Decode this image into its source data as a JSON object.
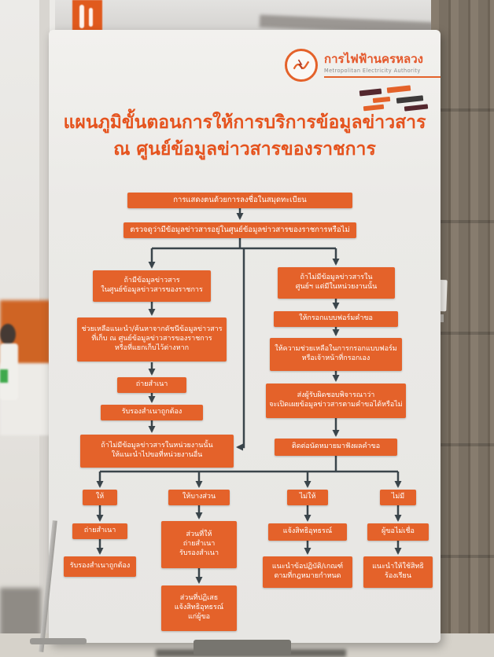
{
  "colors": {
    "box_orange": "#e4622a",
    "arrow": "#3a454b",
    "title_orange": "#e5531e"
  },
  "poster": {
    "logo": {
      "org_th": "การไฟฟ้านครหลวง",
      "org_en": "Metropolitan Electricity Authority"
    },
    "title": {
      "line1": "แผนภูมิขั้นตอนการให้การบริการข้อมูลข่าวสาร",
      "line2": "ณ ศูนย์ข้อมูลข่าวสารของราชการ"
    },
    "flow": {
      "start": "การแสดงตนด้วยการลงชื่อในสมุดทะเบียน",
      "check": "ตรวจดูว่ามีข้อมูลข่าวสารอยู่ในศูนย์ข้อมูลข่าวสารของราชการหรือไม่",
      "left": {
        "head": "ถ้ามีข้อมูลข่าวสาร\nในศูนย์ข้อมูลข่าวสารของราชการ",
        "assist": "ช่วยเหลือแนะนำ/ค้นหาจากดัชนีข้อมูลข่าวสาร\nที่เก็บ ณ ศูนย์ข้อมูลข่าวสารของราชการ\nหรือที่แยกเก็บไว้ต่างหาก",
        "copy": "ถ่ายสำเนา",
        "certify": "รับรองสำเนาถูกต้อง",
        "not_in_agency": "ถ้าไม่มีข้อมูลข่าวสารในหน่วยงานนั้น\nให้แนะนำไปขอที่หน่วยงานอื่น"
      },
      "right": {
        "head": "ถ้าไม่มีข้อมูลข่าวสารใน\nศูนย์ฯ แต่มีในหน่วยงานนั้น",
        "form": "ให้กรอกแบบฟอร์มคำขอ",
        "assist_form": "ให้ความช่วยเหลือในการกรอกแบบฟอร์ม\nหรือเจ้าหน้าที่กรอกเอง",
        "consider": "ส่งผู้รับผิดชอบพิจารณาว่า\nจะเปิดเผยข้อมูลข่าวสารตามคำขอได้หรือไม่",
        "appointment": "ติดต่อนัดหมายมาฟังผลคำขอ"
      },
      "outcomes": [
        {
          "head": "ให้",
          "steps": [
            "ถ่ายสำเนา",
            "รับรองสำเนาถูกต้อง"
          ]
        },
        {
          "head": "ให้บางส่วน",
          "steps": [
            "ส่วนที่ให้\nถ่ายสำเนา\nรับรองสำเนา",
            "ส่วนที่ปฏิเสธ\nแจ้งสิทธิอุทธรณ์\nแก่ผู้ขอ"
          ]
        },
        {
          "head": "ไม่ให้",
          "steps": [
            "แจ้งสิทธิอุทธรณ์",
            "แนะนำข้อปฏิบัติ/เกณฑ์\nตามที่กฎหมายกำหนด"
          ]
        },
        {
          "head": "ไม่มี",
          "steps": [
            "ผู้ขอไม่เชื่อ",
            "แนะนำให้ใช้สิทธิ\nร้องเรียน"
          ]
        }
      ]
    }
  }
}
